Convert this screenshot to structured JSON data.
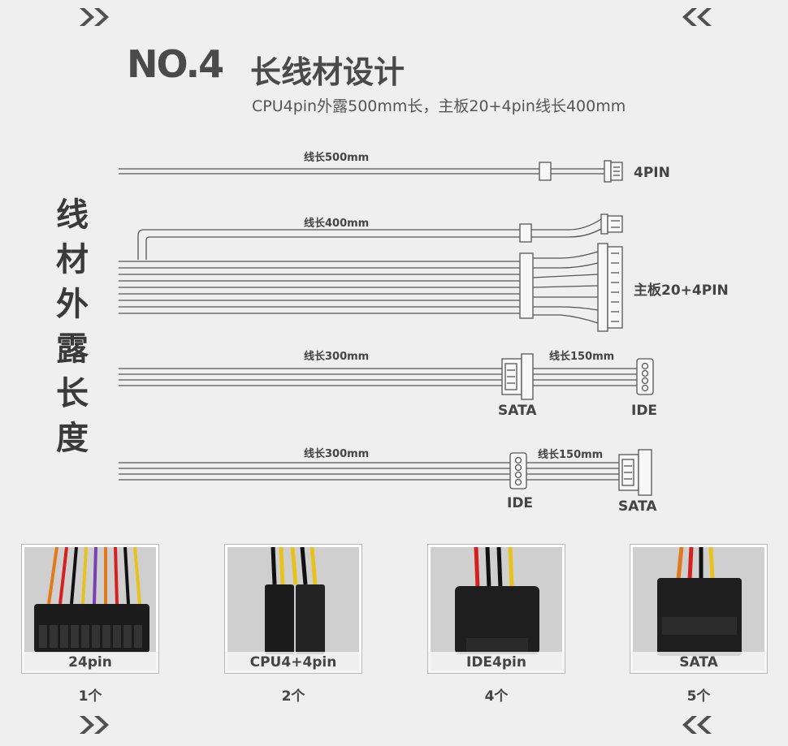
{
  "header": {
    "no_label": "NO.4",
    "title": "长线材设计",
    "subtitle": "CPU4pin外露500mm长，主板20+4pin线长400mm"
  },
  "side_label": [
    "线",
    "材",
    "外",
    "露",
    "长",
    "度"
  ],
  "cables": {
    "cpu": {
      "length": "线长500mm",
      "connector": "4PIN"
    },
    "board": {
      "length": "线长400mm",
      "connector": "主板20+4PIN"
    },
    "sata_ide": {
      "length1": "线长300mm",
      "length2": "线长150mm",
      "conn1": "SATA",
      "conn2": "IDE"
    },
    "ide_sata": {
      "length1": "线长300mm",
      "length2": "线长150mm",
      "conn1": "IDE",
      "conn2": "SATA"
    }
  },
  "photos": [
    {
      "caption": "24pin",
      "count": "1个",
      "icon": "24pin-connector-photo"
    },
    {
      "caption": "CPU4+4pin",
      "count": "2个",
      "icon": "cpu-4-4pin-connector-photo"
    },
    {
      "caption": "IDE4pin",
      "count": "4个",
      "icon": "ide-4pin-connector-photo"
    },
    {
      "caption": "SATA",
      "count": "5个",
      "icon": "sata-connector-photo"
    }
  ],
  "colors": {
    "wire": "#555555",
    "wire_fill": "#f7f7f7",
    "chevron": "#505050"
  }
}
